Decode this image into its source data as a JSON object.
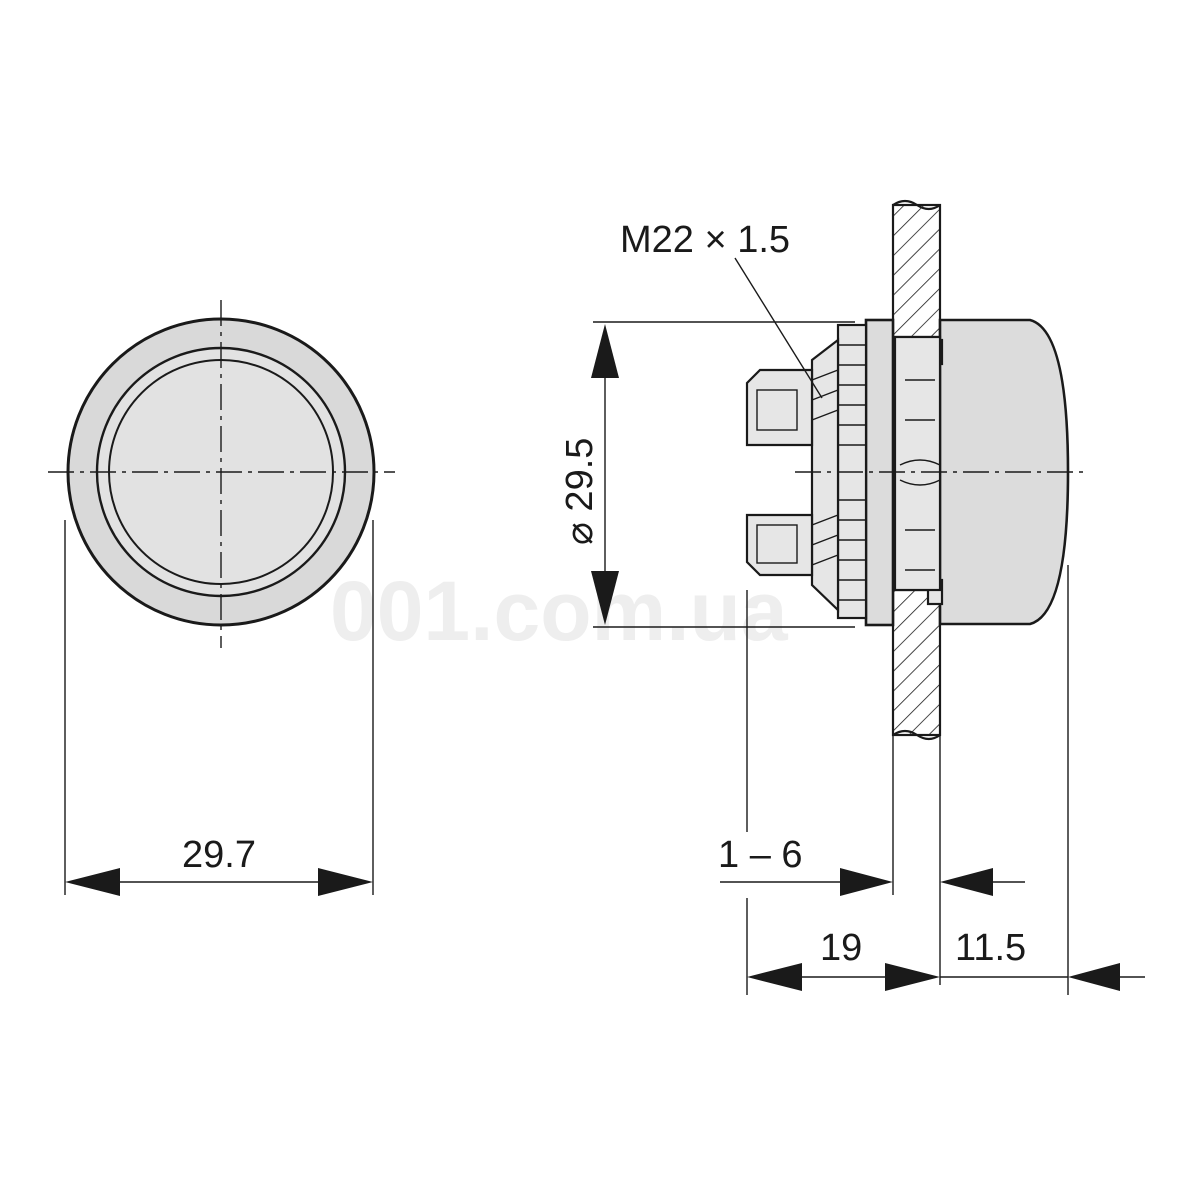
{
  "watermark": "001.com.ua",
  "dimensions": {
    "front_diameter": "29.7",
    "thread": "M22 × 1.5",
    "body_diameter": "⌀ 29.5",
    "panel_thickness": "1 – 6",
    "rear_depth": "19",
    "front_height": "11.5"
  }
}
